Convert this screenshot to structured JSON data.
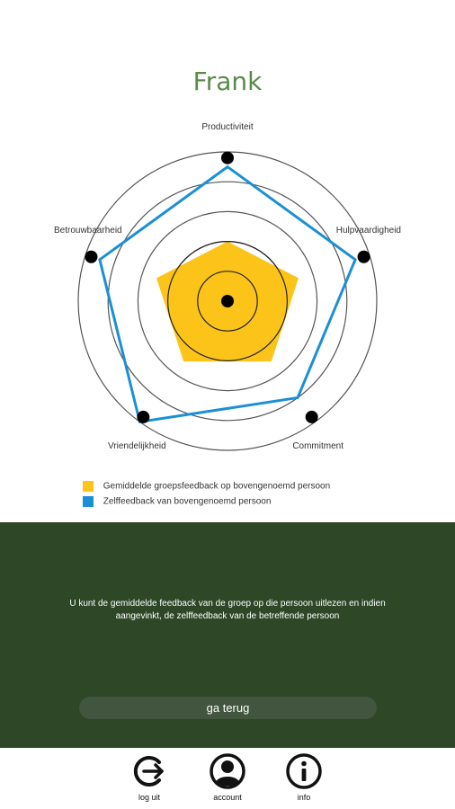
{
  "person_name": "Frank",
  "chart_data": {
    "type": "radar",
    "axes": [
      "Productiviteit",
      "Hulpvaardigheid",
      "Commitment",
      "Vriendelijkheid",
      "Betrouwbaarheid"
    ],
    "rlim": [
      0,
      5
    ],
    "rings": [
      1,
      2,
      3,
      4,
      5
    ],
    "series": [
      {
        "name": "Gemiddelde groepsfeedback op bovengenoemd persoon",
        "values": [
          2,
          2.5,
          2.5,
          2.5,
          2.5
        ],
        "color": "#fcc419",
        "style": "filled"
      },
      {
        "name": "Zelffeedback van bovengenoemd persoon",
        "values": [
          4.5,
          4.5,
          4,
          5,
          4.5
        ],
        "color": "#1b8fd6",
        "style": "outline"
      }
    ]
  },
  "legend": {
    "group": "Gemiddelde groepsfeedback op bovengenoemd persoon",
    "self": "Zelffeedback van bovengenoemd persoon"
  },
  "panel": {
    "description": "U kunt de gemiddelde feedback van de groep op die persoon uitlezen en indien aangevinkt, de zelffeedback van de betreffende persoon",
    "back_label": "ga terug"
  },
  "footer": {
    "logout_label": "log uit",
    "logout_icon": "logout-icon",
    "account_label": "account",
    "account_icon": "account-icon",
    "info_label": "info",
    "info_icon": "info-icon"
  },
  "colors": {
    "title": "#5a8a4a",
    "panel_bg": "#2d4727",
    "button_bg": "#42553e",
    "group_series": "#fcc419",
    "self_series": "#1b8fd6"
  }
}
